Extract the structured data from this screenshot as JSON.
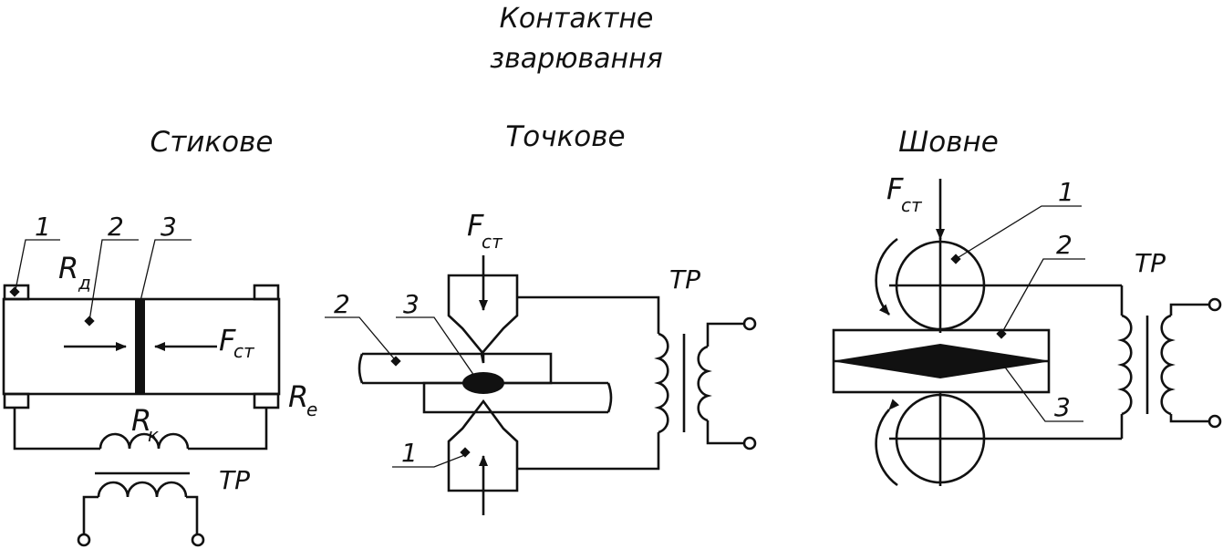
{
  "title": {
    "line1": "Контактне",
    "line2": "зварювання"
  },
  "sections": {
    "butt": {
      "heading": "Стикове",
      "labels": {
        "n1": "1",
        "n2": "2",
        "n3": "3",
        "rd": "R",
        "rd_sub": "д",
        "force": "F",
        "force_sub": "ст",
        "re": "R",
        "re_sub": "е",
        "rk": "R",
        "rk_sub": "к",
        "tr": "ТР"
      }
    },
    "spot": {
      "heading": "Точкове",
      "labels": {
        "n1": "1",
        "n2": "2",
        "n3": "3",
        "force": "F",
        "force_sub": "ст",
        "tr": "ТР"
      }
    },
    "seam": {
      "heading": "Шовне",
      "labels": {
        "n1": "1",
        "n2": "2",
        "n3": "3",
        "force": "F",
        "force_sub": "ст",
        "tr": "ТР"
      }
    }
  },
  "colors": {
    "ink": "#111111",
    "background": "#ffffff"
  }
}
